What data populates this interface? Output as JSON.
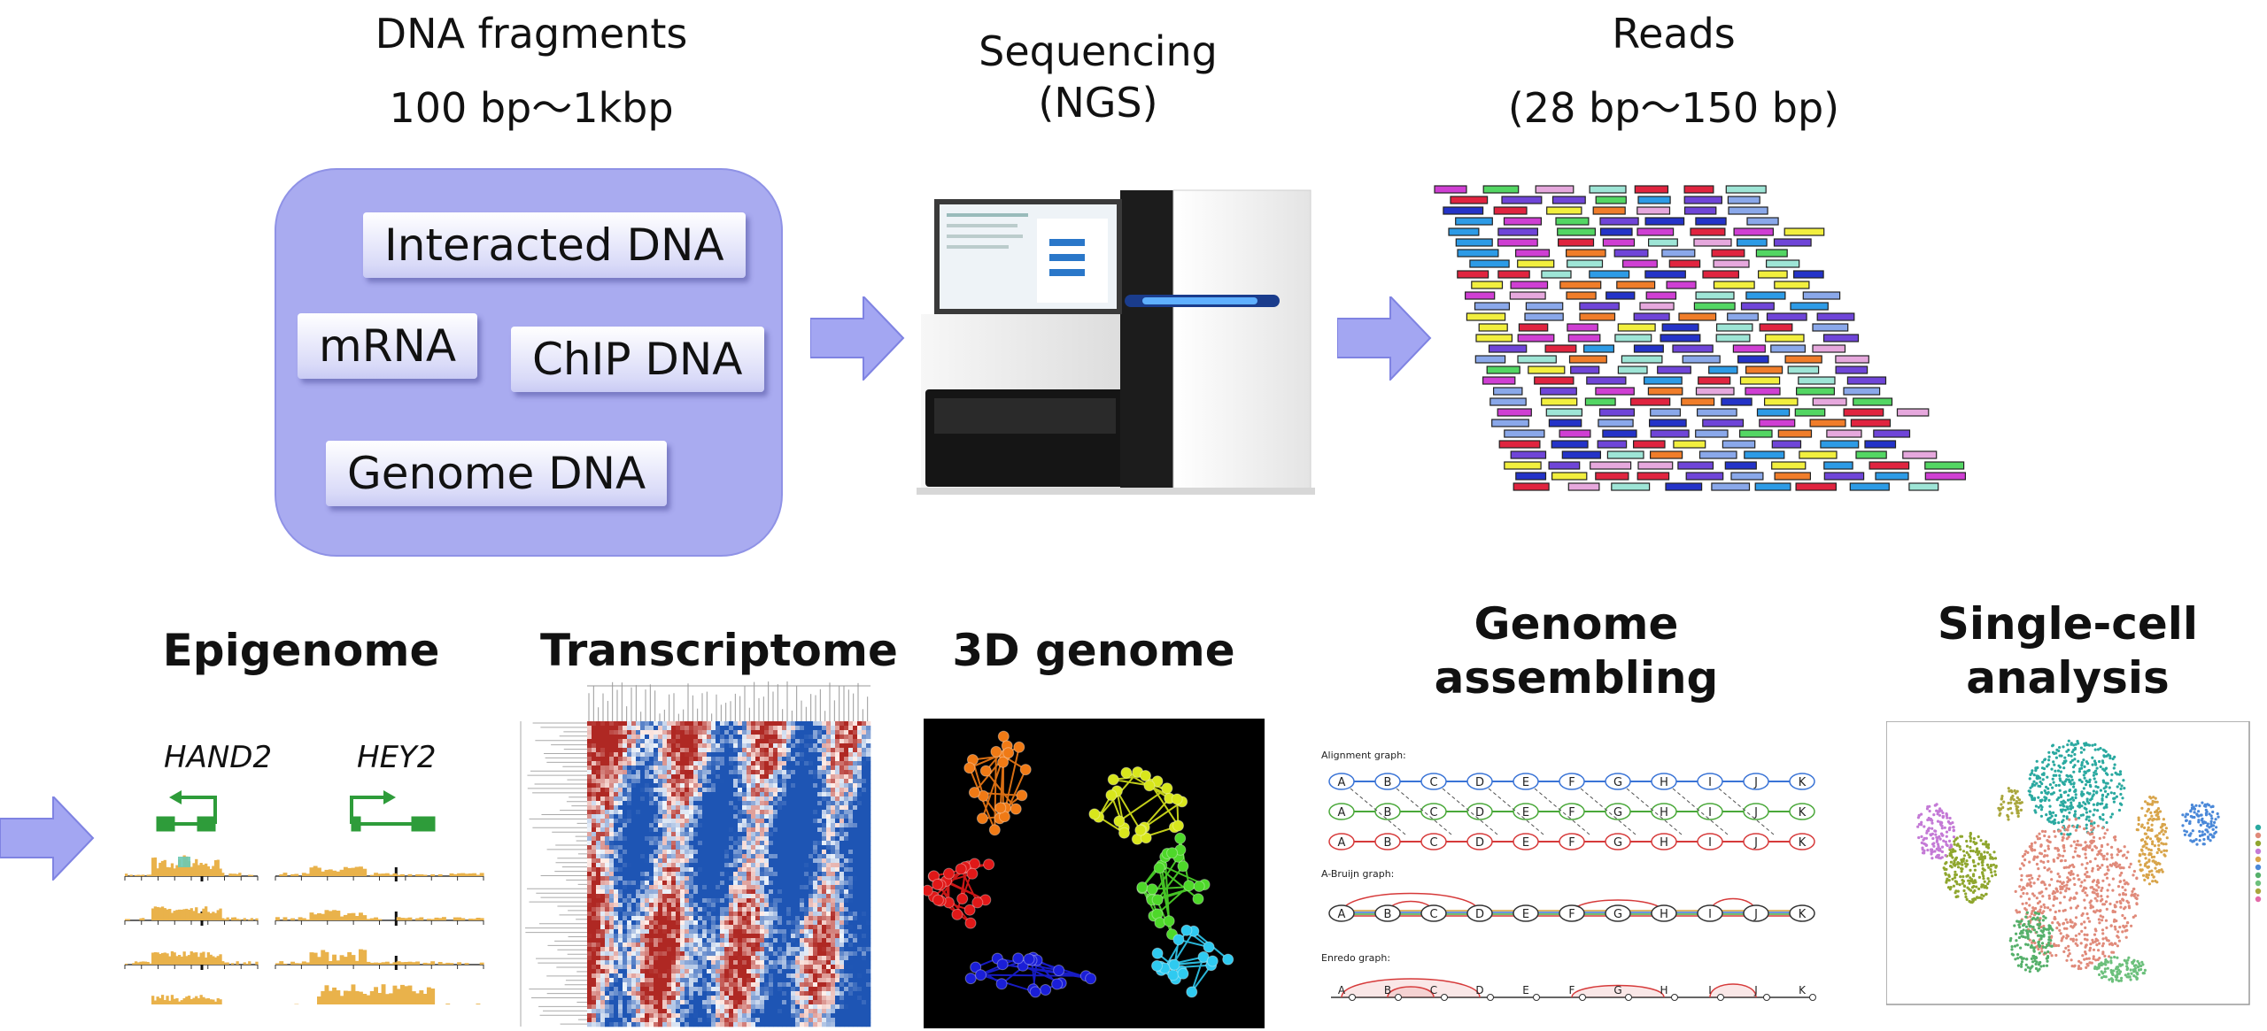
{
  "top": {
    "fragments_title_line1": "DNA fragments",
    "fragments_title_line2": "100 bp～1kbp",
    "sequencing_title_line1": "Sequencing",
    "sequencing_title_line2": "(NGS)",
    "reads_title_line1": "Reads",
    "reads_title_line2": "(28 bp～150 bp)",
    "fragment_types": [
      "Interacted DNA",
      "mRNA",
      "ChIP DNA",
      "Genome DNA"
    ]
  },
  "applications": {
    "epigenome": {
      "title": "Epigenome",
      "gene1": "HAND2",
      "gene2": "HEY2"
    },
    "transcriptome": {
      "title": "Transcriptome"
    },
    "genome_3d": {
      "title": "3D genome"
    },
    "assembly": {
      "title_line1": "Genome",
      "title_line2": "assembling",
      "graph1_label": "Alignment graph:",
      "graph2_label": "A-Bruijn graph:",
      "graph3_label": "Enredo graph:",
      "nodes": [
        "A",
        "B",
        "C",
        "D",
        "E",
        "F",
        "G",
        "H",
        "I",
        "J",
        "K"
      ]
    },
    "single_cell": {
      "title_line1": "Single-cell",
      "title_line2": "analysis"
    }
  },
  "colors": {
    "arrow": "#a3a6f2",
    "pool": "#a9abf0",
    "gene_green": "#2e9c3a",
    "track_orange": "#e9b24b",
    "read_palette": [
      "#2433c8",
      "#f2ef3e",
      "#cf3fd3",
      "#53d663",
      "#f07d2a",
      "#e6a8dd",
      "#8aa8ea",
      "#e0243f",
      "#9ee5d6",
      "#6f45d8",
      "#2d9be6"
    ]
  }
}
